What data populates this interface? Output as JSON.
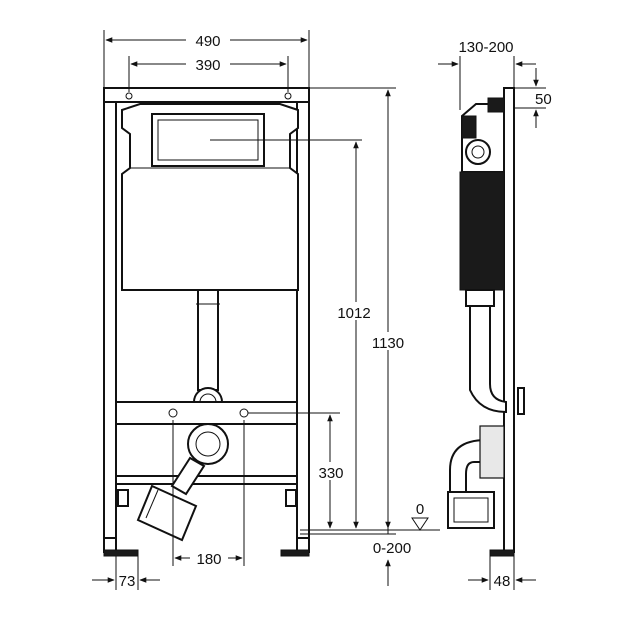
{
  "dimensions": {
    "frame_width": "490",
    "hole_spacing": "390",
    "cistern_height": "1012",
    "frame_height": "1130",
    "outlet_height": "330",
    "outlet_spacing": "180",
    "foot_offset": "73",
    "depth_adjust": "130-200",
    "top_offset": "50",
    "floor_ref": "0",
    "floor_adjust": "0-200",
    "frame_depth": "48"
  },
  "colors": {
    "line": "#111111",
    "fill_dark": "#1a1a1a",
    "fill_light": "#e8e8e8"
  }
}
